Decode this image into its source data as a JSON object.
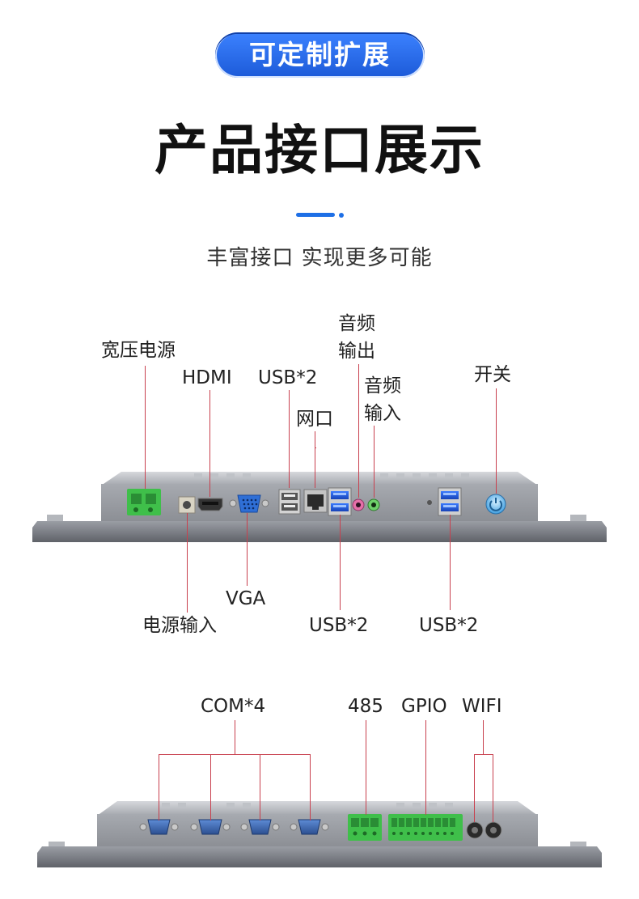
{
  "header": {
    "badge": "可定制扩展",
    "title": "产品接口展示",
    "subtitle": "丰富接口 实现更多可能"
  },
  "panel1": {
    "top_labels": {
      "wide_power": "宽压电源",
      "hdmi": "HDMI",
      "usb_top": "USB*2",
      "lan": "网口",
      "audio_out_1": "音频",
      "audio_out_2": "输出",
      "audio_in_1": "音频",
      "audio_in_2": "输入",
      "power_switch": "开关"
    },
    "bottom_labels": {
      "vga": "VGA",
      "dc_in": "电源输入",
      "usb_bottom_1": "USB*2",
      "usb_bottom_2": "USB*2"
    }
  },
  "panel2": {
    "labels": {
      "com": "COM*4",
      "rs485": "485",
      "gpio": "GPIO",
      "wifi": "WIFI"
    }
  },
  "colors": {
    "accent": "#1e6fe6",
    "leader_line": "#c8404e",
    "chassis": "#8a8d94",
    "terminal_green": "#3fbf4a"
  }
}
